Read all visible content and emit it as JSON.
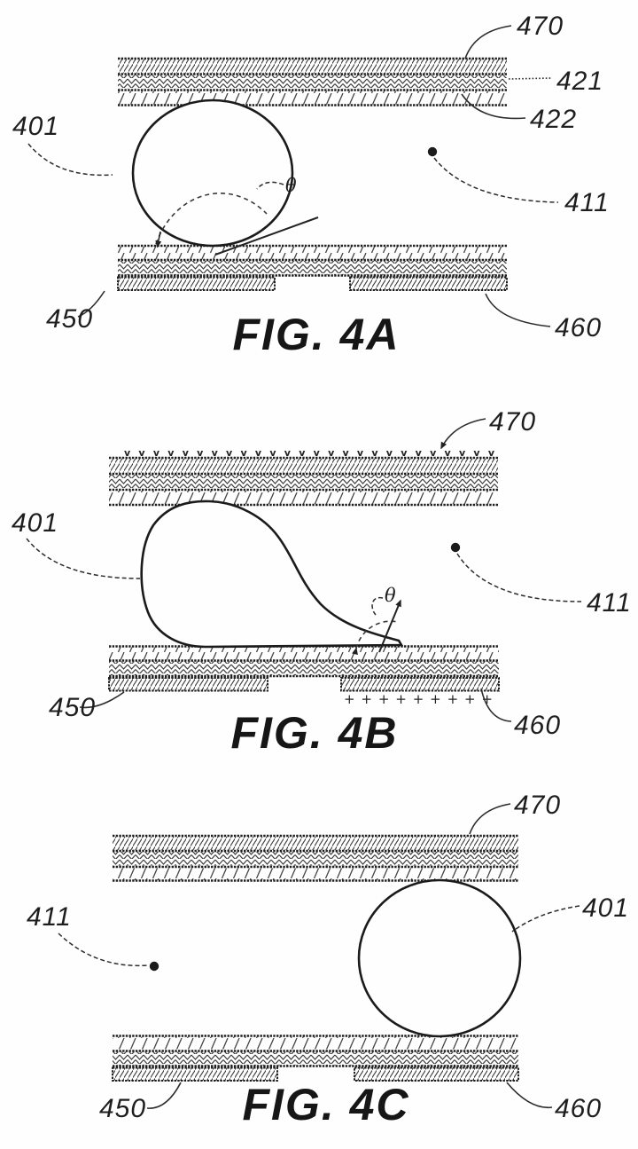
{
  "figures": [
    {
      "caption": "FIG. 4A",
      "labels": {
        "top_assembly": "470",
        "top_layer_1": "421",
        "top_layer_2": "422",
        "droplet": "401",
        "medium": "411",
        "bottom_left": "450",
        "bottom_right": "460",
        "contact_angle": "θ"
      }
    },
    {
      "caption": "FIG. 4B",
      "labels": {
        "top_assembly": "470",
        "droplet": "401",
        "medium": "411",
        "bottom_left": "450",
        "bottom_right": "460",
        "contact_angle": "θ"
      },
      "charge_marks": {
        "top_row": "v v v v v v v v v v v v v v v v v v v v v v v v v v",
        "bottom_row": "+ + + + + + + + +"
      }
    },
    {
      "caption": "FIG. 4C",
      "labels": {
        "top_assembly": "470",
        "droplet": "401",
        "medium": "411",
        "bottom_left": "450",
        "bottom_right": "460"
      }
    }
  ]
}
